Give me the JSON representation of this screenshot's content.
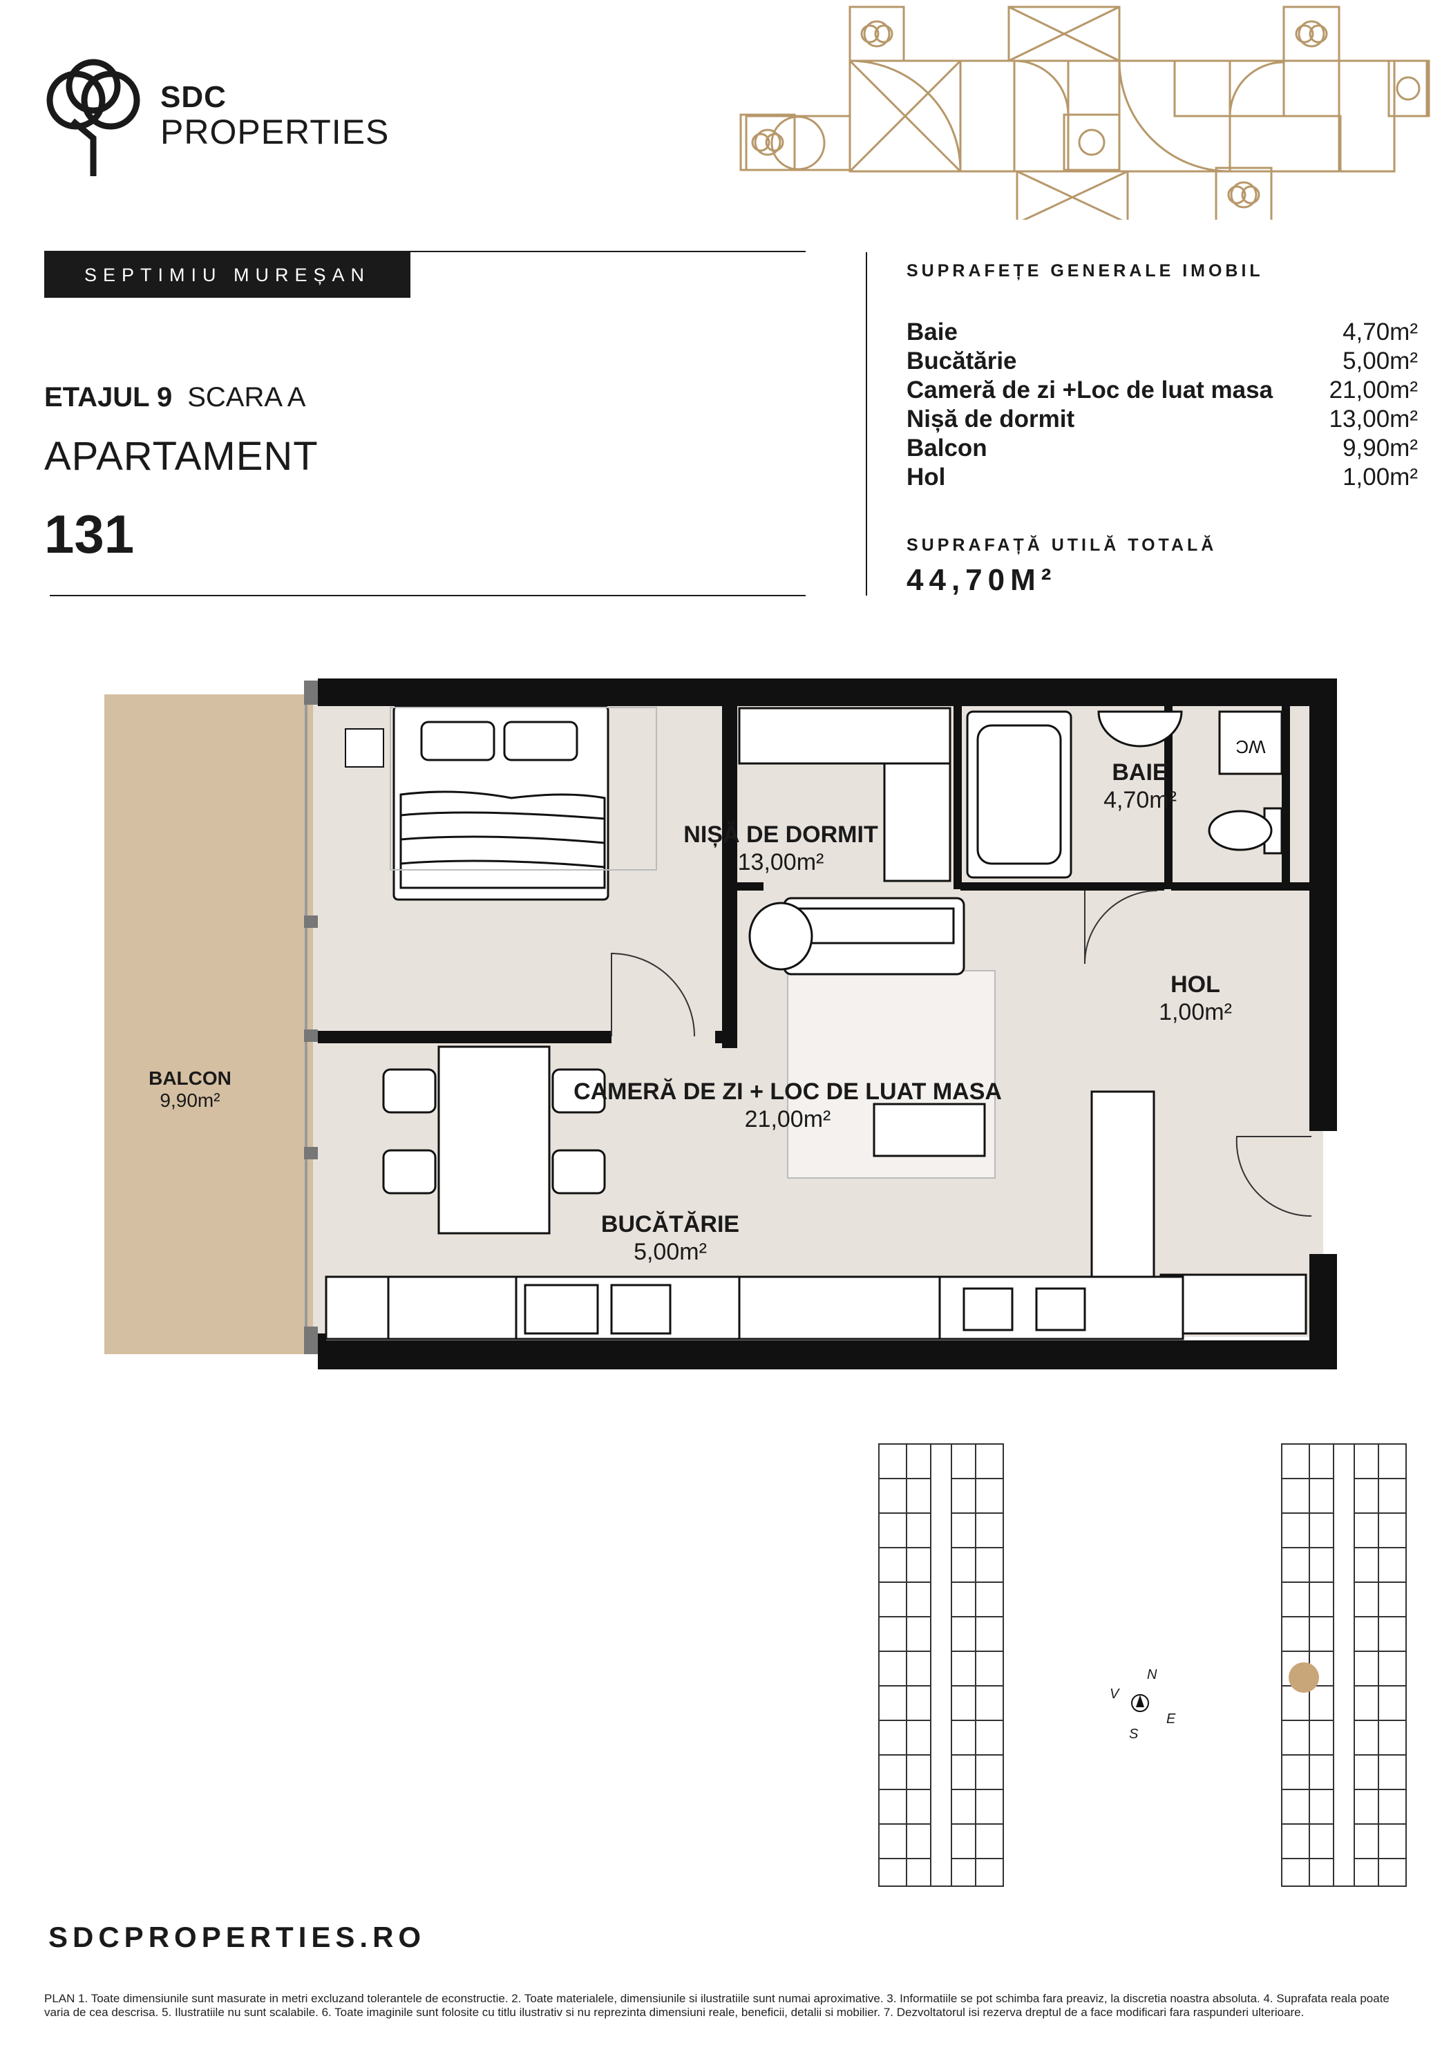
{
  "brand": {
    "line1": "SDC",
    "line2": "PROPERTIES"
  },
  "project_tag": "SEPTIMIU MUREȘAN",
  "floor": {
    "label": "ETAJUL 9",
    "stair": "SCARA A"
  },
  "apartment": {
    "label": "APARTAMENT",
    "number": "131"
  },
  "areas": {
    "heading": "SUPRAFEȚE GENERALE IMOBIL",
    "rows": [
      {
        "name": "Baie",
        "value": "4,70m²"
      },
      {
        "name": "Bucătărie",
        "value": "5,00m²"
      },
      {
        "name": "Cameră de zi +Loc de luat masa",
        "value": "21,00m²"
      },
      {
        "name": "Nișă de dormit",
        "value": "13,00m²"
      },
      {
        "name": "Balcon",
        "value": "9,90m²"
      },
      {
        "name": "Hol",
        "value": "1,00m²"
      }
    ],
    "total_label": "SUPRAFAȚĂ UTILĂ TOTALĂ",
    "total_value": "44,70M²"
  },
  "plan": {
    "rooms": {
      "nisa": {
        "name": "NIȘĂ DE DORMIT",
        "area": "13,00m²"
      },
      "baie": {
        "name": "BAIE",
        "area": "4,70m²"
      },
      "hol": {
        "name": "HOL",
        "area": "1,00m²"
      },
      "camera": {
        "name": "CAMERĂ DE ZI  + LOC DE LUAT MASA",
        "area": "21,00m²"
      },
      "bucatarie": {
        "name": "BUCĂTĂRIE",
        "area": "5,00m²"
      },
      "balcon": {
        "name": "BALCON",
        "area": "9,90m²"
      }
    },
    "wc_label": "WC",
    "colors": {
      "wall": "#111111",
      "floor": "#e8e2dc",
      "balcony": "#d5bfa2",
      "highlight": "#c9a57a",
      "ornament": "#b7986a"
    }
  },
  "compass": {
    "n": "N",
    "e": "E",
    "s": "S",
    "v": "V"
  },
  "website": "SDCPROPERTIES.RO",
  "disclaimer": "PLAN 1. Toate dimensiunile sunt masurate in metri excluzand tolerantele de econstructie. 2. Toate materialele, dimensiunile si ilustratiile sunt numai aproximative. 3. Informatiile se pot schimba fara preaviz, la discretia noastra absoluta. 4. Suprafata reala poate varia de cea descrisa. 5. Ilustratiile nu sunt scalabile. 6. Toate imaginile sunt folosite cu titlu ilustrativ si nu reprezinta dimensiuni reale, beneficii, detalii si mobilier. 7. Dezvoltatorul isi rezerva dreptul de a face modificari fara raspunderi ulterioare."
}
